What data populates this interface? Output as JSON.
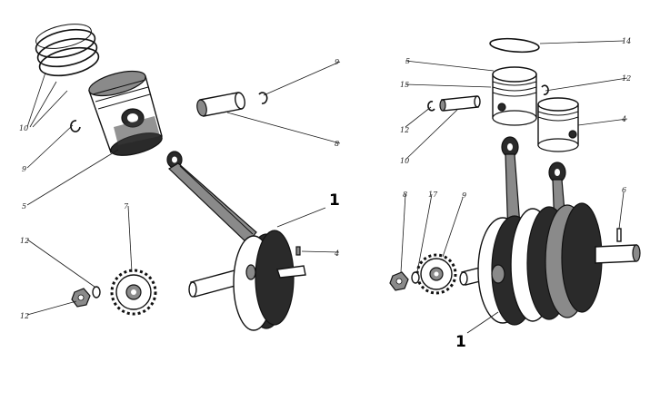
{
  "labels": {
    "left_ring_10": "10",
    "left_circlip_9_bottom": "9",
    "left_piston_5": "5",
    "left_nut_12_top": "12",
    "left_nut_12_bottom": "12",
    "left_sprocket_7": "7",
    "left_circlip_9_top": "9",
    "left_pin_8": "8",
    "left_crank_1": "1",
    "left_key_4": "4",
    "right_ring_14": "14",
    "right_piston_5": "5",
    "right_ring_15": "15",
    "right_circlip_12_right": "12",
    "right_piston_4": "4",
    "right_circlip_12_left": "12",
    "right_pin_10": "10",
    "right_nut_8": "8",
    "right_washer_17": "17",
    "right_sprocket_9": "9",
    "right_key_6": "6",
    "right_crank_1": "1"
  }
}
